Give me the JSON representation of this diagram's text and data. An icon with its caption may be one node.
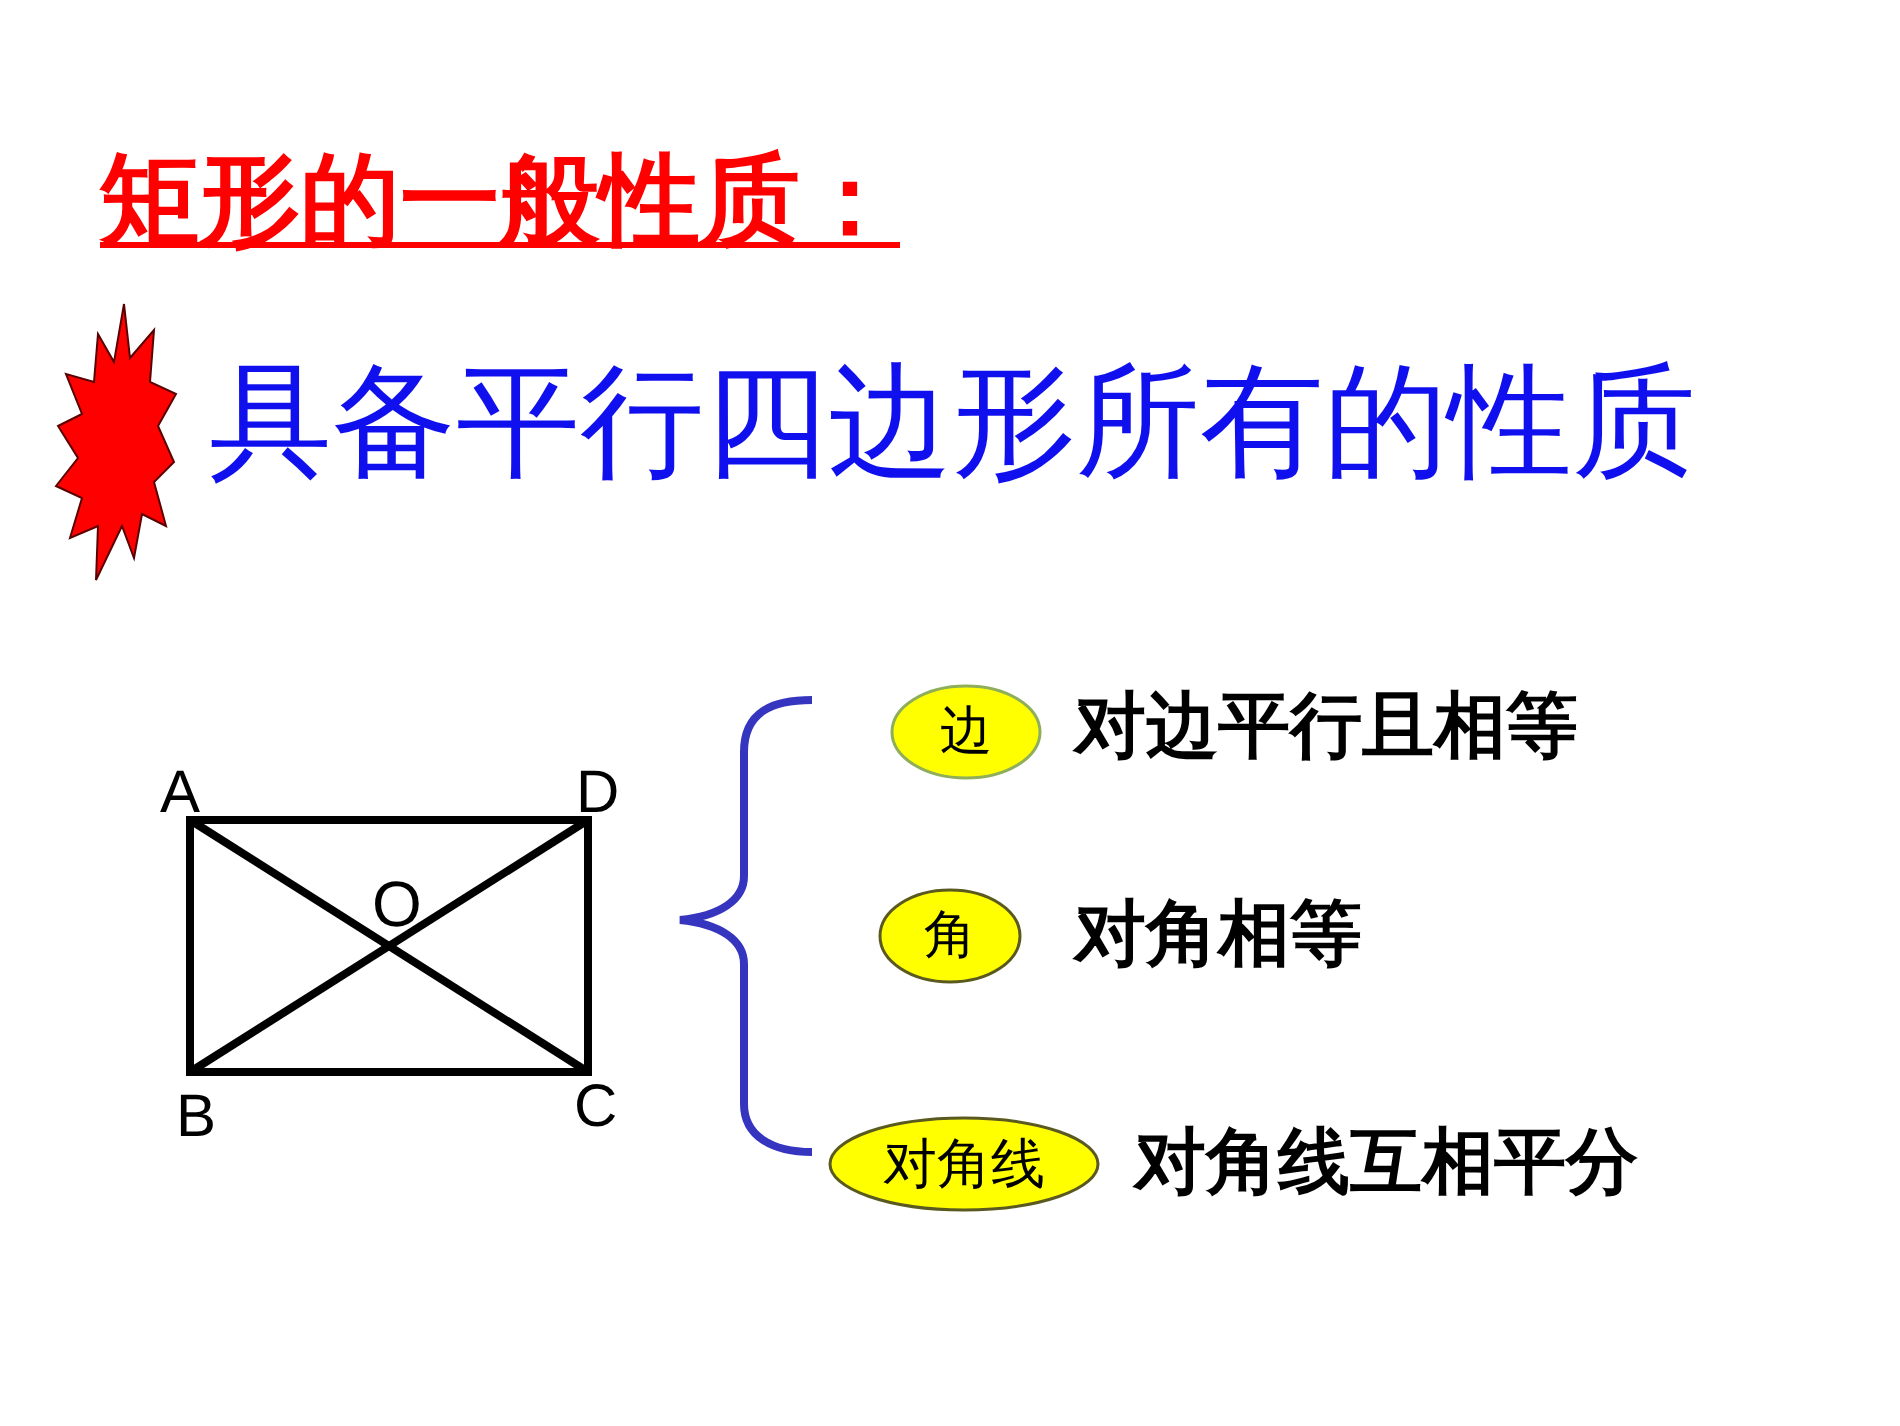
{
  "diagram": {
    "title": "矩形的一般性质：",
    "nodes": [
      {
        "text": [
          "边"
        ],
        "beside": [
          "对边平行且相等"
        ]
      },
      {
        "text": [
          "角"
        ],
        "beside": [
          "对角相等"
        ]
      },
      {
        "text": [
          "对角线"
        ],
        "beside": [
          "对角线互相平分"
        ]
      }
    ],
    "labels": [
      "具备平行四边形所有的性质",
      "A",
      "D",
      "O",
      "B",
      "C"
    ]
  }
}
